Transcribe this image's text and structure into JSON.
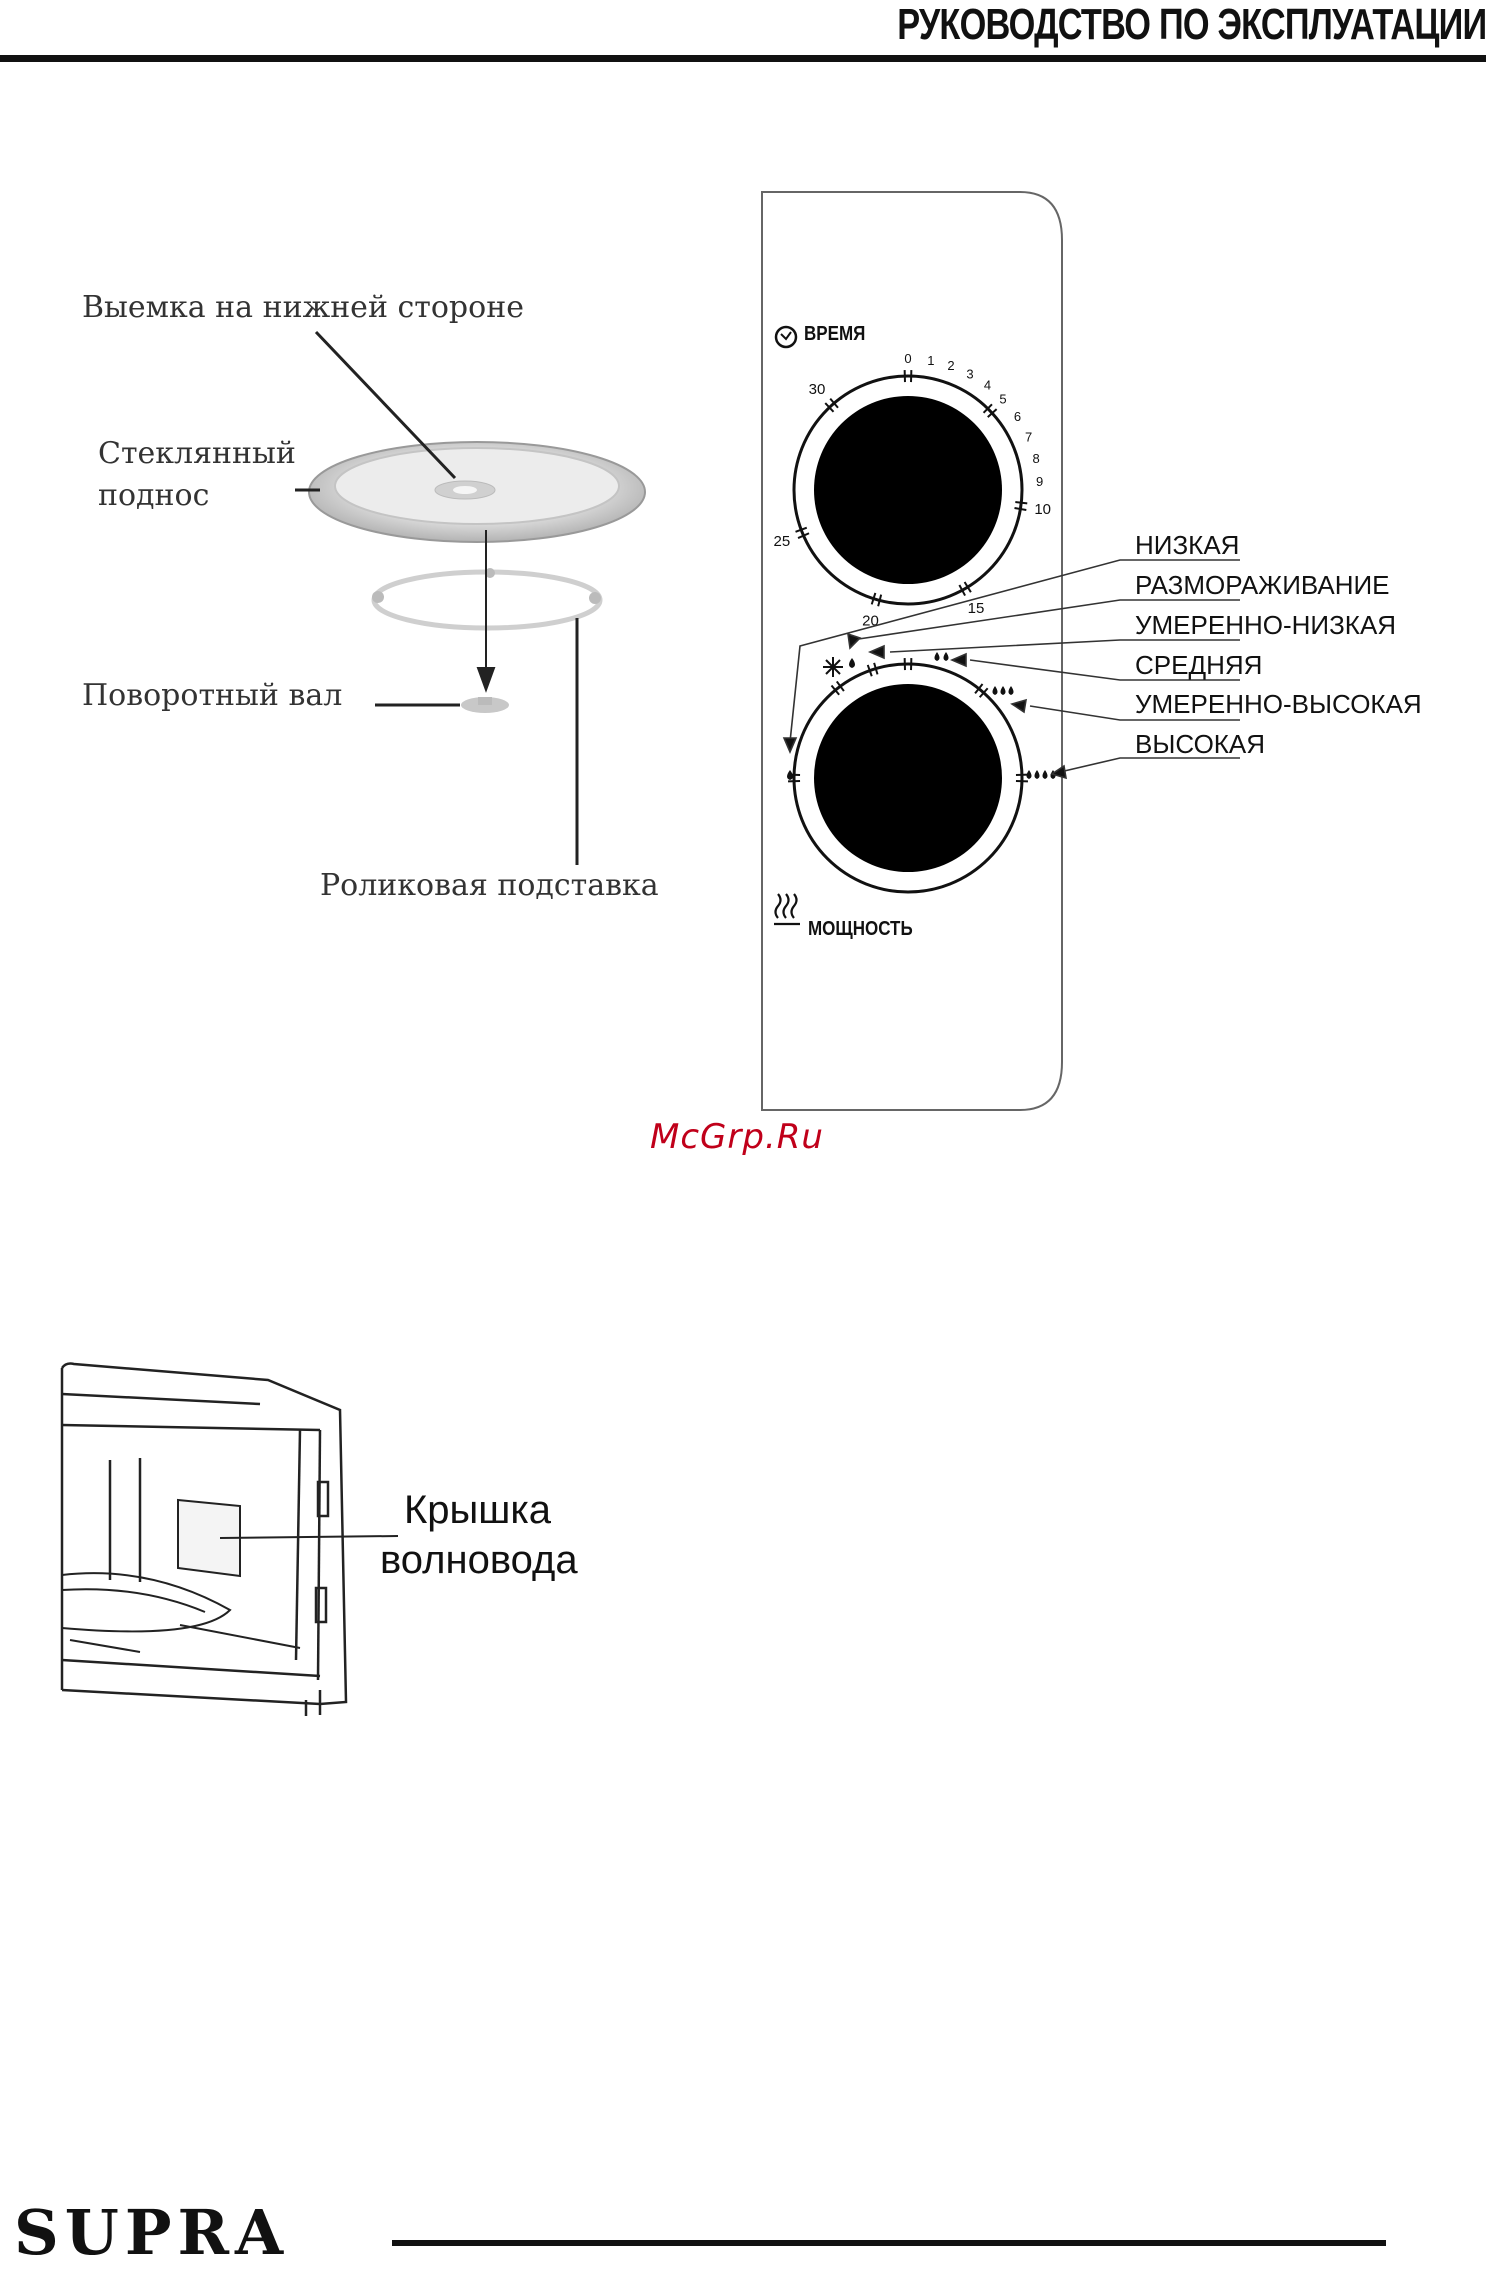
{
  "header": {
    "title": "РУКОВОДСТВО ПО ЭКСПЛУАТАЦИИ"
  },
  "turntable": {
    "label_recess": "Выемка на нижней стороне",
    "label_glass_line1": "Стеклянный",
    "label_glass_line2": "поднос",
    "label_shaft": "Поворотный вал",
    "label_roller": "Роликовая подставка"
  },
  "control_panel": {
    "time_label": "ВРЕМЯ",
    "power_label": "МОЩНОСТЬ",
    "time_ticks": [
      "0",
      "1",
      "2",
      "3",
      "4",
      "5",
      "6",
      "7",
      "8",
      "9",
      "10",
      "15",
      "20",
      "25",
      "30"
    ],
    "power_levels": [
      "НИЗКАЯ",
      "РАЗМОРАЖИВАНИЕ",
      "УМЕРЕННО-НИЗКАЯ",
      "СРЕДНЯЯ",
      "УМЕРЕННО-ВЫСОКАЯ",
      "ВЫСОКАЯ"
    ]
  },
  "watermark": "McGrp.Ru",
  "waveguide": {
    "label_line1": "Крышка",
    "label_line2": "волновода"
  },
  "footer": {
    "brand": "SUPRA"
  }
}
